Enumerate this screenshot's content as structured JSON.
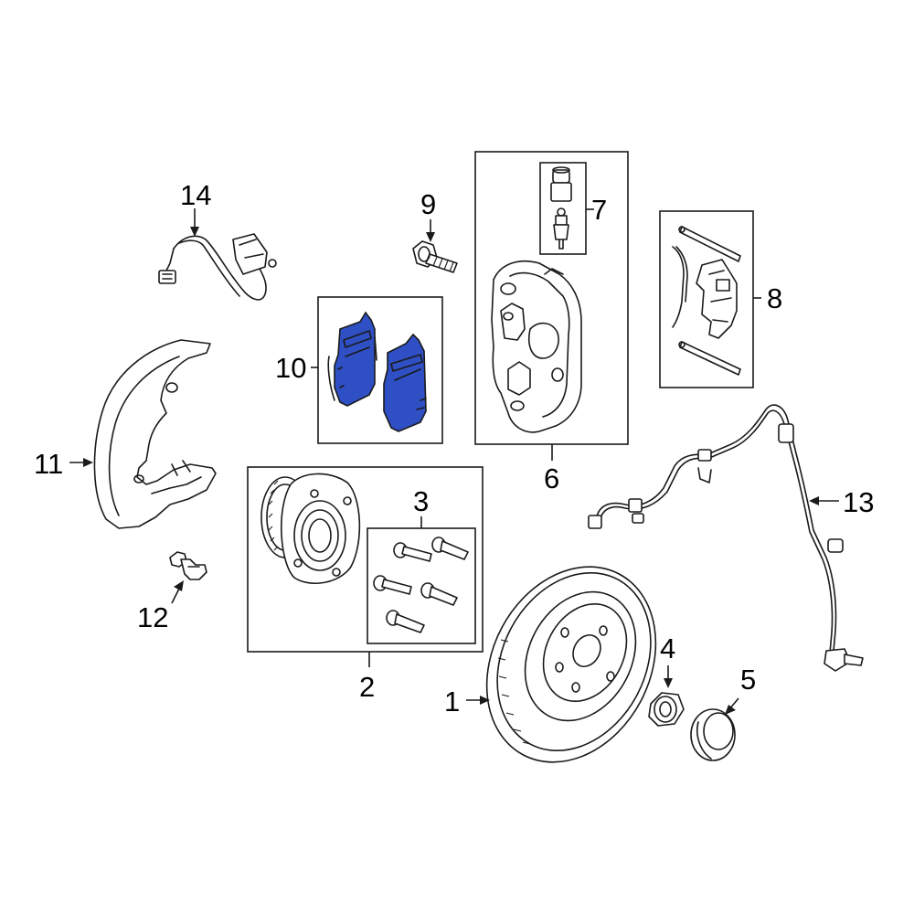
{
  "diagram": {
    "highlight_color": "#2f4fc4",
    "callouts": [
      {
        "id": "1",
        "label": "1"
      },
      {
        "id": "2",
        "label": "2"
      },
      {
        "id": "3",
        "label": "3"
      },
      {
        "id": "4",
        "label": "4"
      },
      {
        "id": "5",
        "label": "5"
      },
      {
        "id": "6",
        "label": "6"
      },
      {
        "id": "7",
        "label": "7"
      },
      {
        "id": "8",
        "label": "8"
      },
      {
        "id": "9",
        "label": "9"
      },
      {
        "id": "10",
        "label": "10"
      },
      {
        "id": "11",
        "label": "11"
      },
      {
        "id": "12",
        "label": "12"
      },
      {
        "id": "13",
        "label": "13"
      },
      {
        "id": "14",
        "label": "14"
      }
    ]
  }
}
